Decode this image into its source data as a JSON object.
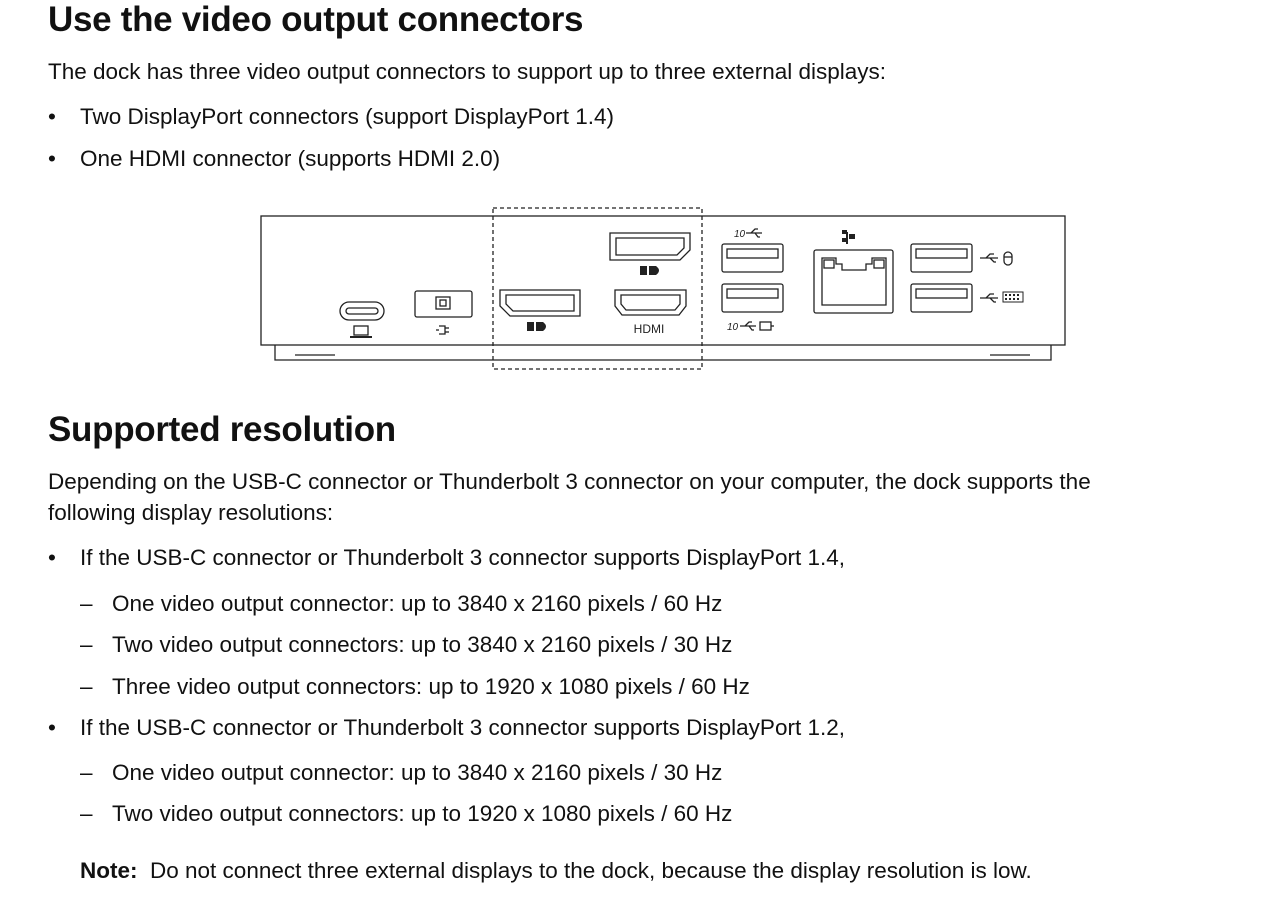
{
  "section1": {
    "heading": "Use the video output connectors",
    "intro": "The dock has three video output connectors to support up to three external displays:",
    "bullets": [
      "Two DisplayPort connectors (support DisplayPort 1.4)",
      "One HDMI connector (supports HDMI 2.0)"
    ]
  },
  "figure": {
    "hdmi_label": "HDMI",
    "usb_speed_label_top": "10",
    "usb_speed_label_bottom": "10"
  },
  "section2": {
    "heading": "Supported resolution",
    "intro_line1": "Depending on the USB-C connector or Thunderbolt 3 connector on your computer, the dock supports the",
    "intro_line2": "following display resolutions:",
    "groups": [
      {
        "condition": "If the USB-C connector or Thunderbolt 3 connector supports DisplayPort 1.4,",
        "items": [
          "One video output connector: up to 3840 x 2160 pixels / 60 Hz",
          "Two video output connectors: up to 3840 x 2160 pixels / 30 Hz",
          "Three video output connectors: up to 1920 x 1080 pixels / 60 Hz"
        ]
      },
      {
        "condition": "If the USB-C connector or Thunderbolt 3 connector supports DisplayPort 1.2,",
        "items": [
          "One video output connector: up to 3840 x 2160 pixels / 30 Hz",
          "Two video output connectors: up to 1920 x 1080 pixels / 60 Hz"
        ]
      }
    ],
    "note_label": "Note:",
    "note_text": "Do not connect three external displays to the dock, because the display resolution is low."
  },
  "markers": {
    "bullet": "•",
    "dash": "–"
  }
}
